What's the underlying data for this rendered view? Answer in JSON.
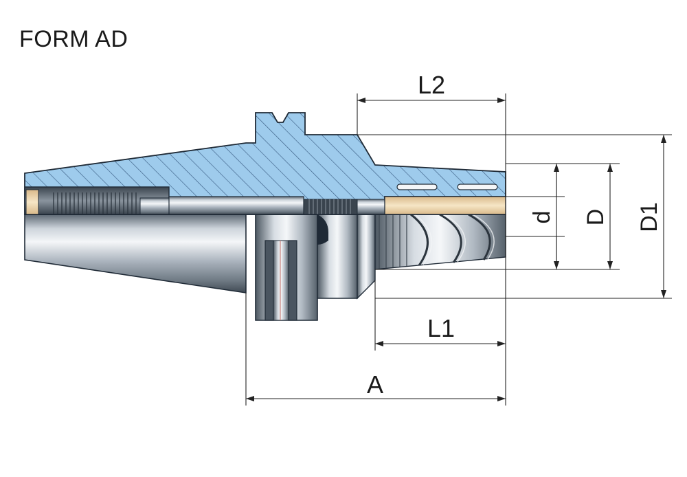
{
  "title": "FORM AD",
  "dimensions": {
    "L2": "L2",
    "L1": "L1",
    "A": "A",
    "d": "d",
    "D": "D",
    "D1": "D1"
  },
  "colors": {
    "section_fill": "#9ecbec",
    "hatch": "#3c5f86",
    "outline": "#1f2a36",
    "steel_light": "#e9edf1",
    "steel_mid": "#a7b0ba",
    "steel_dark": "#4a5560",
    "brass": "#efd9b0",
    "dim_line": "#222222"
  }
}
